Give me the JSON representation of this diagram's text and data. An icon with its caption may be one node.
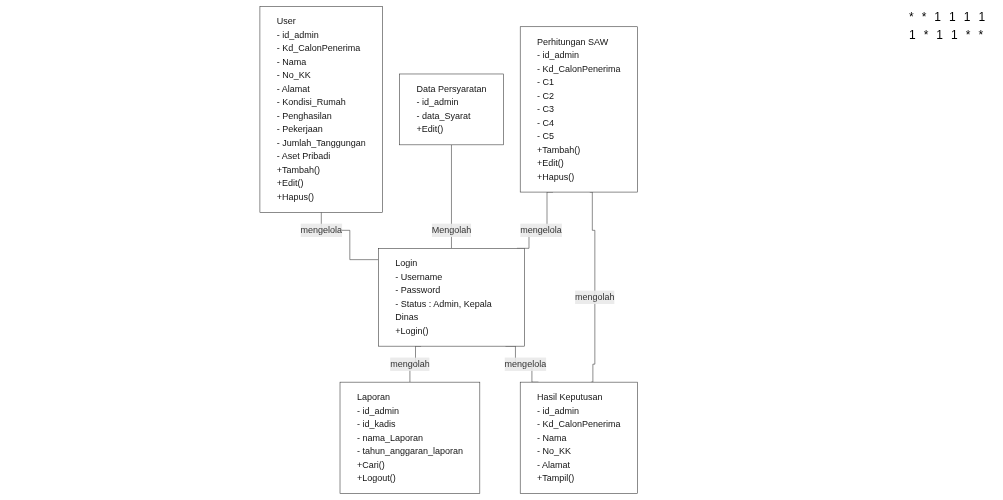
{
  "diagram": {
    "nodes": [
      {
        "text": [
          "User",
          "- id_admin",
          "- Kd_CalonPenerima",
          "- Nama",
          "- No_KK",
          "- Alamat",
          "- Kondisi_Rumah",
          "- Penghasilan",
          "- Pekerjaan",
          "- Jumlah_Tanggungan",
          "- Aset Pribadi",
          "+Tambah()",
          "+Edit()",
          "+Hapus()"
        ]
      },
      {
        "text": [
          "Data Persyaratan",
          "- id_admin",
          "- data_Syarat",
          "+Edit()"
        ]
      },
      {
        "text": [
          "Perhitungan SAW",
          "- id_admin",
          "- Kd_CalonPenerima",
          "- C1",
          "- C2",
          "- C3",
          "- C4",
          "- C5",
          "+Tambah()",
          "+Edit()",
          "+Hapus()"
        ]
      },
      {
        "text": [
          "Login",
          "- Username",
          "- Password",
          "- Status : Admin, Kepala Dinas",
          "+Login()"
        ]
      },
      {
        "text": [
          "Laporan",
          "- id_admin",
          "- id_kadis",
          "- nama_Laporan",
          "- tahun_anggaran_laporan",
          "+Cari()",
          "+Logout()"
        ]
      },
      {
        "text": [
          "Hasil Keputusan",
          "- id_admin",
          "- Kd_CalonPenerima",
          "- Nama",
          "- No_KK",
          "- Alamat",
          "+Tampil()"
        ]
      }
    ],
    "edges": [
      {
        "from": 0,
        "to": 3,
        "arrow": "none",
        "label": "mengelola"
      },
      {
        "from": 1,
        "to": 3,
        "arrow": "none",
        "label": "Mengolah"
      },
      {
        "from": 2,
        "to": 3,
        "arrow": "none",
        "label": "mengelola"
      },
      {
        "from": 2,
        "to": 5,
        "arrow": "none",
        "label": "mengolah"
      },
      {
        "from": 3,
        "to": 4,
        "arrow": "none",
        "label": "mengolah"
      },
      {
        "from": 3,
        "to": 5,
        "arrow": "none",
        "label": "mengelola"
      }
    ],
    "labels": [
      "*",
      "*",
      "1",
      "1",
      "1",
      "1",
      "1",
      "*",
      "1",
      "1",
      "*",
      "*"
    ]
  }
}
